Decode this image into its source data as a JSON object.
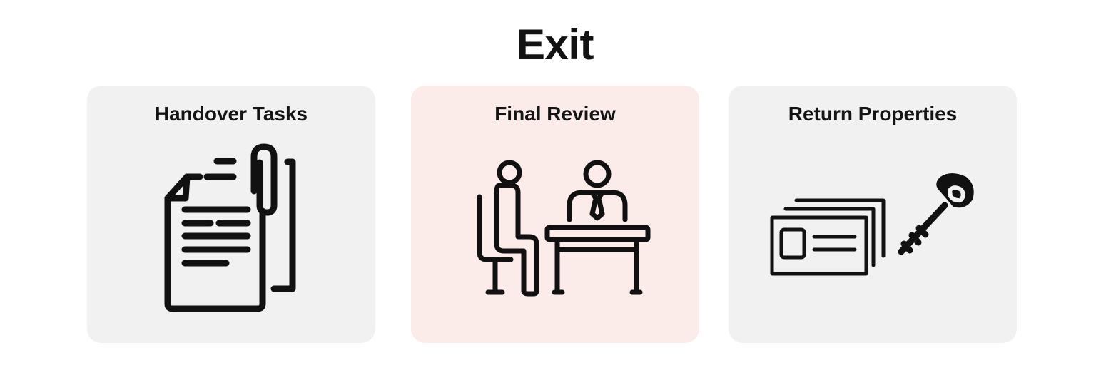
{
  "title": "Exit",
  "cards": [
    {
      "label": "Handover Tasks",
      "icon": "documents-paperclip-icon",
      "background": "#f1f1f1"
    },
    {
      "label": "Final Review",
      "icon": "interview-desk-icon",
      "background": "#fbecea"
    },
    {
      "label": "Return Properties",
      "icon": "id-card-key-icon",
      "background": "#f1f1f1"
    }
  ]
}
